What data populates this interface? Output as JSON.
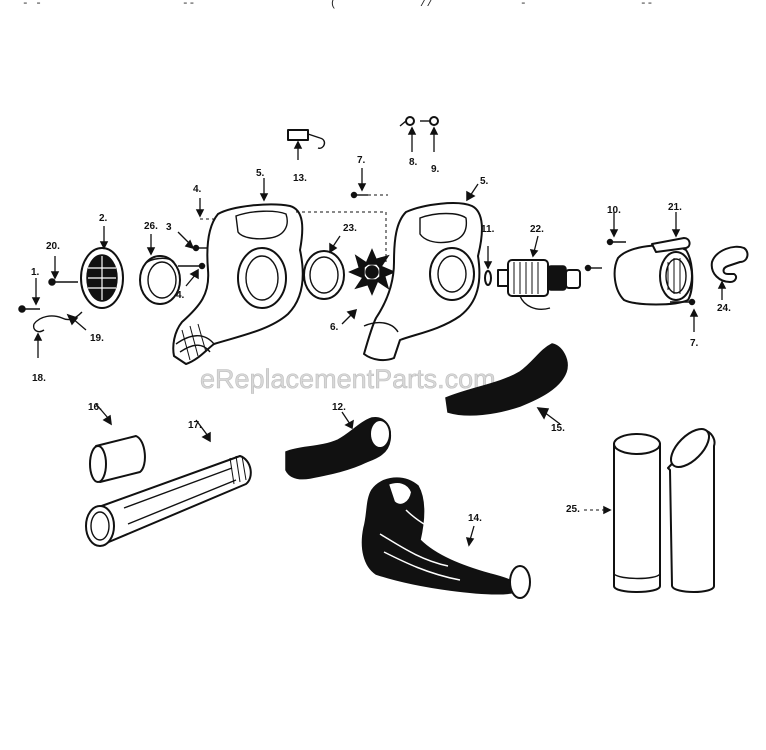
{
  "header_fragments": [
    "- -",
    "--",
    "(",
    "//",
    "-",
    "--"
  ],
  "watermark": "eReplacementParts.com",
  "callouts": {
    "p1": "1.",
    "p2": "2.",
    "p3": "3",
    "p4a": "4.",
    "p4b": "4.",
    "p5a": "5.",
    "p5b": "5.",
    "p6": "6.",
    "p7a": "7.",
    "p7b": "7.",
    "p8": "8.",
    "p9": "9.",
    "p10": "10.",
    "p11": "11.",
    "p12": "12.",
    "p13": "13.",
    "p14": "14.",
    "p15": "15.",
    "p16": "16.",
    "p17": "17.",
    "p18": "18.",
    "p19": "19.",
    "p20": "20.",
    "p21": "21.",
    "p22": "22.",
    "p23": "23.",
    "p24": "24.",
    "p25": "25.",
    "p26": "26."
  }
}
